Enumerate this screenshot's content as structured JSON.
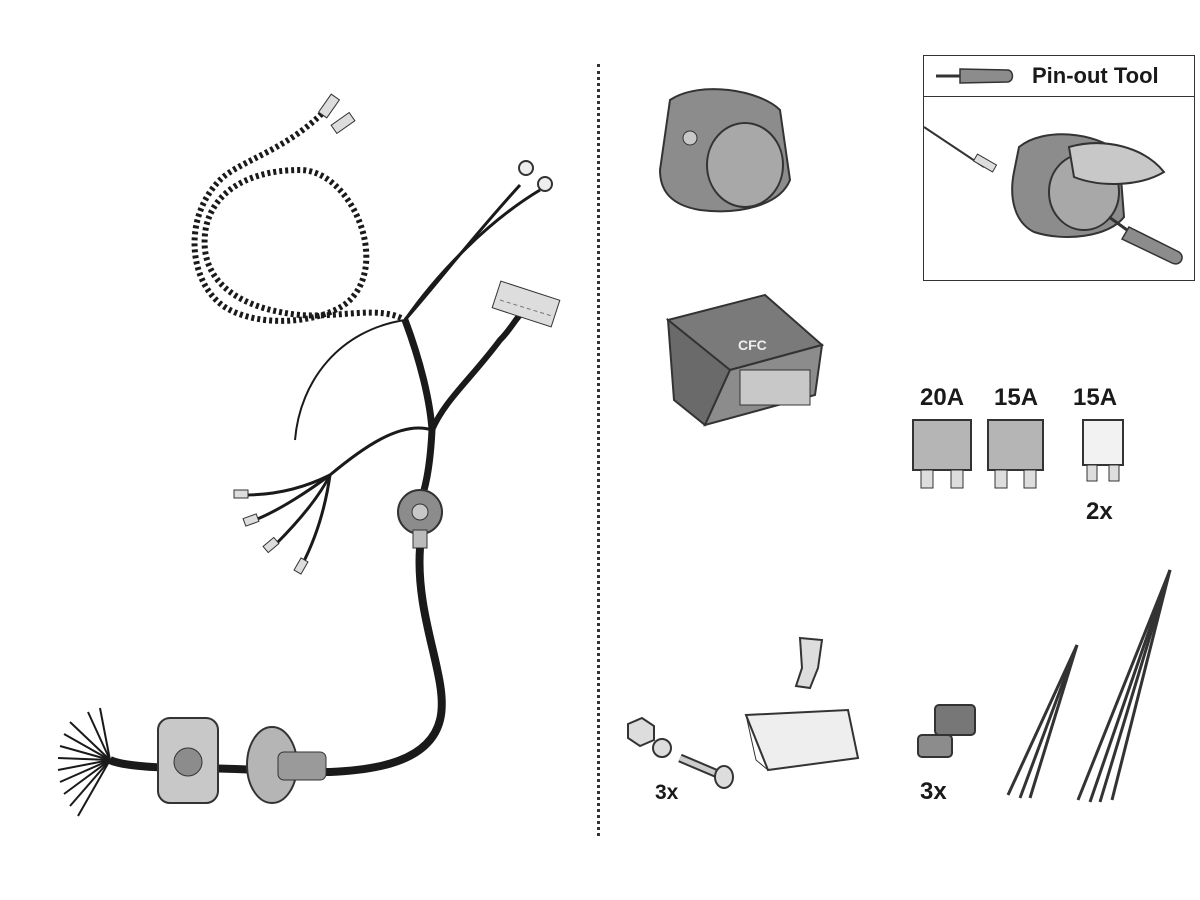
{
  "pinout_tool": {
    "title": "Pin-out Tool"
  },
  "fuses": [
    {
      "rating": "20A"
    },
    {
      "rating": "15A"
    },
    {
      "rating": "15A",
      "quantity": "2x"
    }
  ],
  "small_parts": {
    "screw_set_quantity": "3x",
    "cable_clip_quantity": "3x"
  },
  "colors": {
    "outline": "#333333",
    "part_grey": "#8c8c8c",
    "part_light": "#c8c8c8",
    "wire": "#1a1a1a"
  }
}
